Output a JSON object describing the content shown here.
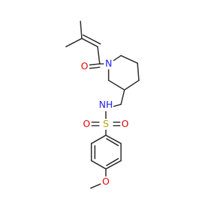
{
  "colors": {
    "bond": "#2b2b2b",
    "carbon": "#2b2b2b",
    "oxygen": "#e60000",
    "nitrogen": "#2020ee",
    "sulfur": "#b8a400"
  },
  "molecule": {
    "atoms": {
      "o_carbonyl": {
        "label": "O",
        "element": "oxygen"
      },
      "n_ring": {
        "label": "N",
        "element": "nitrogen"
      },
      "n_sulfonamide": {
        "label": "NH",
        "element": "nitrogen"
      },
      "s": {
        "label": "S",
        "element": "sulfur"
      },
      "o_s_left": {
        "label": "O",
        "element": "oxygen"
      },
      "o_s_right": {
        "label": "O",
        "element": "oxygen"
      },
      "o_ether": {
        "label": "O",
        "element": "oxygen"
      }
    }
  }
}
